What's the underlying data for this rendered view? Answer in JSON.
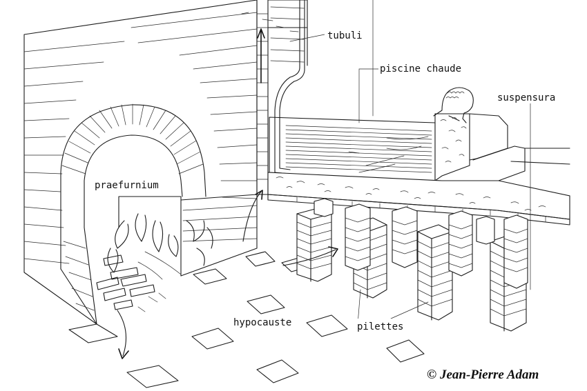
{
  "labels": {
    "tubuli": "tubuli",
    "piscine_chaude": "piscine chaude",
    "suspensura": "suspensura",
    "praefurnium": "praefurnium",
    "hypocauste": "hypocauste",
    "pilettes": "pilettes"
  },
  "copyright": "© Jean-Pierre Adam"
}
